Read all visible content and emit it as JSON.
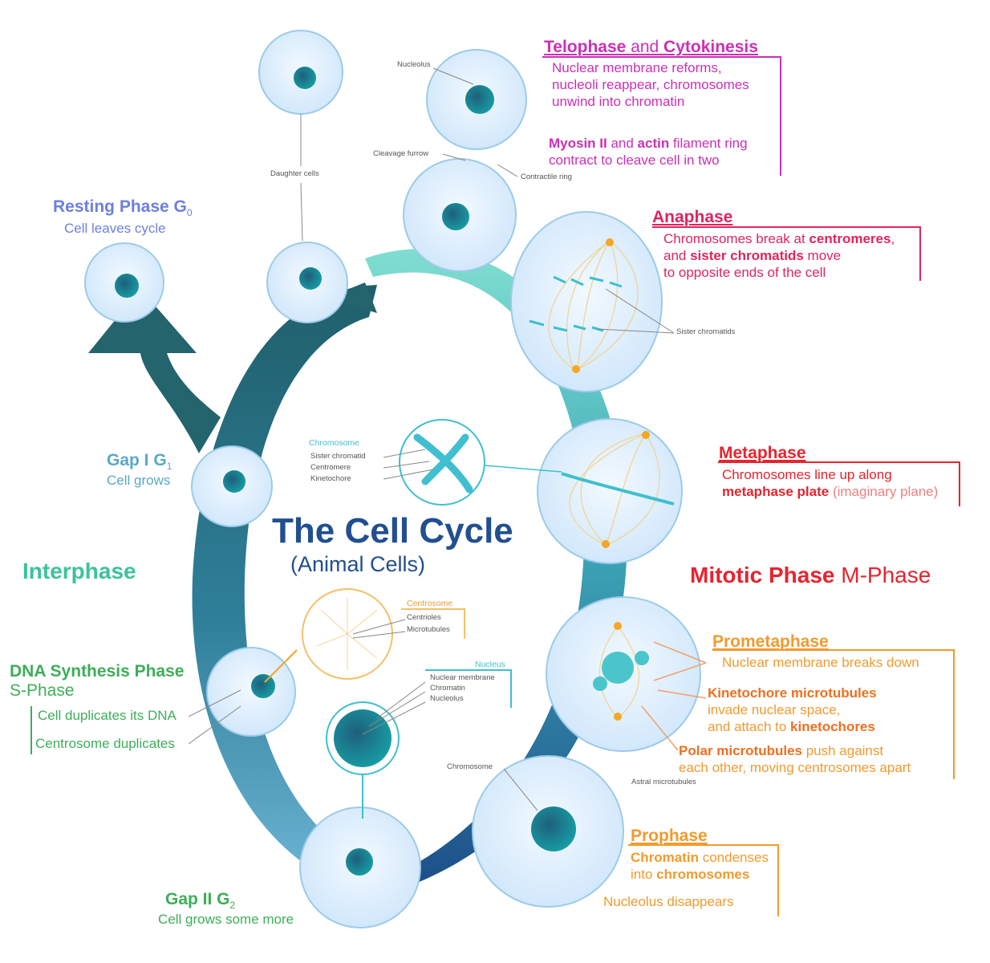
{
  "title": {
    "main": "The Cell Cycle",
    "sub": "(Animal Cells)"
  },
  "colors": {
    "interphase": "#3cc39b",
    "mitotic": "#e8232e",
    "telophase": "#cc2fb6",
    "anaphase": "#e0245c",
    "metaphase": "#e8232e",
    "prophase": "#f29a2e",
    "resting": "#6d7fe0",
    "gap1": "#5aa9c4",
    "synthesis": "#3dae58",
    "gap2": "#3dae58",
    "arrow_dark": "#23646d",
    "arrow_light": "#6ec7d6",
    "cell_fill": "#dcefff",
    "nucleus": "#1a8f98",
    "navy": "#214f8f"
  },
  "interphase": {
    "label": "Interphase"
  },
  "mitotic": {
    "label_bold": "Mitotic Phase",
    "label_rest": " M-Phase"
  },
  "resting": {
    "title": "Resting Phase G",
    "sub": "0",
    "desc": "Cell leaves cycle"
  },
  "gap1": {
    "title": "Gap I G",
    "sub": "1",
    "desc": "Cell grows"
  },
  "synthesis": {
    "title": "DNA Synthesis Phase",
    "subtitle": "S-Phase",
    "line1": "Cell duplicates its DNA",
    "line2": "Centrosome duplicates"
  },
  "gap2": {
    "title": "Gap II G",
    "sub": "2",
    "desc": "Cell grows some more"
  },
  "telophase": {
    "title_part1": "Telophase",
    "title_and": " and ",
    "title_part2": "Cytokinesis",
    "lines": [
      "Nuclear membrane reforms,",
      "nucleoli reappear, chromosomes",
      "unwind into chromatin"
    ],
    "ring_bold1": "Myosin II",
    "ring_and": " and ",
    "ring_bold2": "actin",
    "ring_rest": " filament ring",
    "ring_line2": "contract to cleave cell in two"
  },
  "anaphase": {
    "title": "Anaphase",
    "l1_pre": "Chromosomes break at ",
    "l1_bold": "centromeres",
    "l1_post": ",",
    "l2_pre": "and ",
    "l2_bold": "sister chromatids",
    "l2_post": " move",
    "l3": "to opposite ends of the cell"
  },
  "metaphase": {
    "title": "Metaphase",
    "l1": "Chromosomes line up along",
    "l2_bold": "metaphase plate",
    "l2_rest": " (imaginary plane)"
  },
  "prometaphase": {
    "title": "Prometaphase",
    "l1": "Nuclear membrane breaks down",
    "l2_bold": "Kinetochore microtubules",
    "l3": "invade nuclear space,",
    "l4_pre": "and attach to ",
    "l4_bold": "kinetochores",
    "l5_bold": "Polar microtubules",
    "l5_rest": " push against",
    "l6": "each other, moving centrosomes apart"
  },
  "prophase": {
    "title": "Prophase",
    "l1_bold": "Chromatin",
    "l1_rest": " condenses",
    "l2_pre": "into ",
    "l2_bold": "chromosomes",
    "l3": "Nucleolus disappears"
  },
  "small_labels": {
    "nucleolus": "Nucleolus",
    "daughter_cells": "Daughter cells",
    "cleavage_furrow": "Cleavage furrow",
    "contractile_ring": "Contractile ring",
    "sister_chromatids": "Sister chromatids",
    "astral_microtubules": "Astral microtubules",
    "chromosome_prophase": "Chromosome"
  },
  "chromosome_detail": {
    "title": "Chromosome",
    "items": [
      "Sister chromatid",
      "Centromere",
      "Kinetochore"
    ]
  },
  "centrosome_detail": {
    "title": "Centrosome",
    "items": [
      "Centrioles",
      "Microtubules"
    ]
  },
  "nucleus_detail": {
    "title": "Nucleus",
    "items": [
      "Nuclear membrane",
      "Chromatin",
      "Nucleolus"
    ]
  }
}
